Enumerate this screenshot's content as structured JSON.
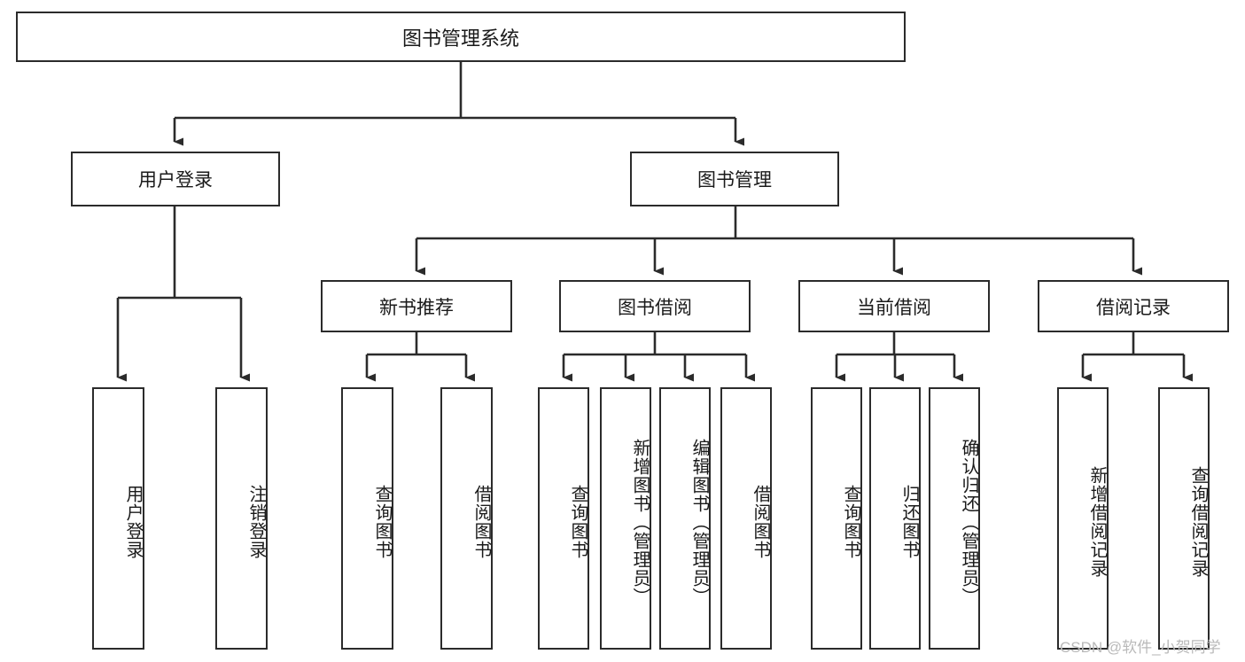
{
  "diagram": {
    "title": "图书管理系统",
    "type": "tree",
    "colors": {
      "border": "#2b2b2b",
      "background": "#ffffff",
      "text": "#1a1a1a",
      "watermark": "#b9b9b9"
    },
    "root": {
      "label": "图书管理系统"
    },
    "level2": [
      {
        "id": "user-login",
        "label": "用户登录"
      },
      {
        "id": "book-manage",
        "label": "图书管理"
      }
    ],
    "level3": [
      {
        "id": "new-book-recommend",
        "label": "新书推荐"
      },
      {
        "id": "book-borrow",
        "label": "图书借阅"
      },
      {
        "id": "current-borrow",
        "label": "当前借阅"
      },
      {
        "id": "borrow-record",
        "label": "借阅记录"
      }
    ],
    "leaves": {
      "user_login": [
        {
          "id": "leaf-user-login",
          "label": "用户登录"
        },
        {
          "id": "leaf-logout-login",
          "label": "注销登录"
        }
      ],
      "new_book_recommend": [
        {
          "id": "leaf-query-book-1",
          "label": "查询图书"
        },
        {
          "id": "leaf-borrow-book-1",
          "label": "借阅图书"
        }
      ],
      "book_borrow": [
        {
          "id": "leaf-query-book-2",
          "label": "查询图书"
        },
        {
          "id": "leaf-add-book",
          "label": "新增图书（管理员）"
        },
        {
          "id": "leaf-edit-book",
          "label": "编辑图书（管理员）"
        },
        {
          "id": "leaf-borrow-book-2",
          "label": "借阅图书"
        }
      ],
      "current_borrow": [
        {
          "id": "leaf-query-book-3",
          "label": "查询图书"
        },
        {
          "id": "leaf-return-book",
          "label": "归还图书"
        },
        {
          "id": "leaf-confirm-return",
          "label": "确认归还（管理员）"
        }
      ],
      "borrow_record": [
        {
          "id": "leaf-add-record",
          "label": "新增借阅记录"
        },
        {
          "id": "leaf-query-record",
          "label": "查询借阅记录"
        }
      ]
    }
  },
  "watermark": {
    "text": "CSDN @软件_小贺同学"
  }
}
